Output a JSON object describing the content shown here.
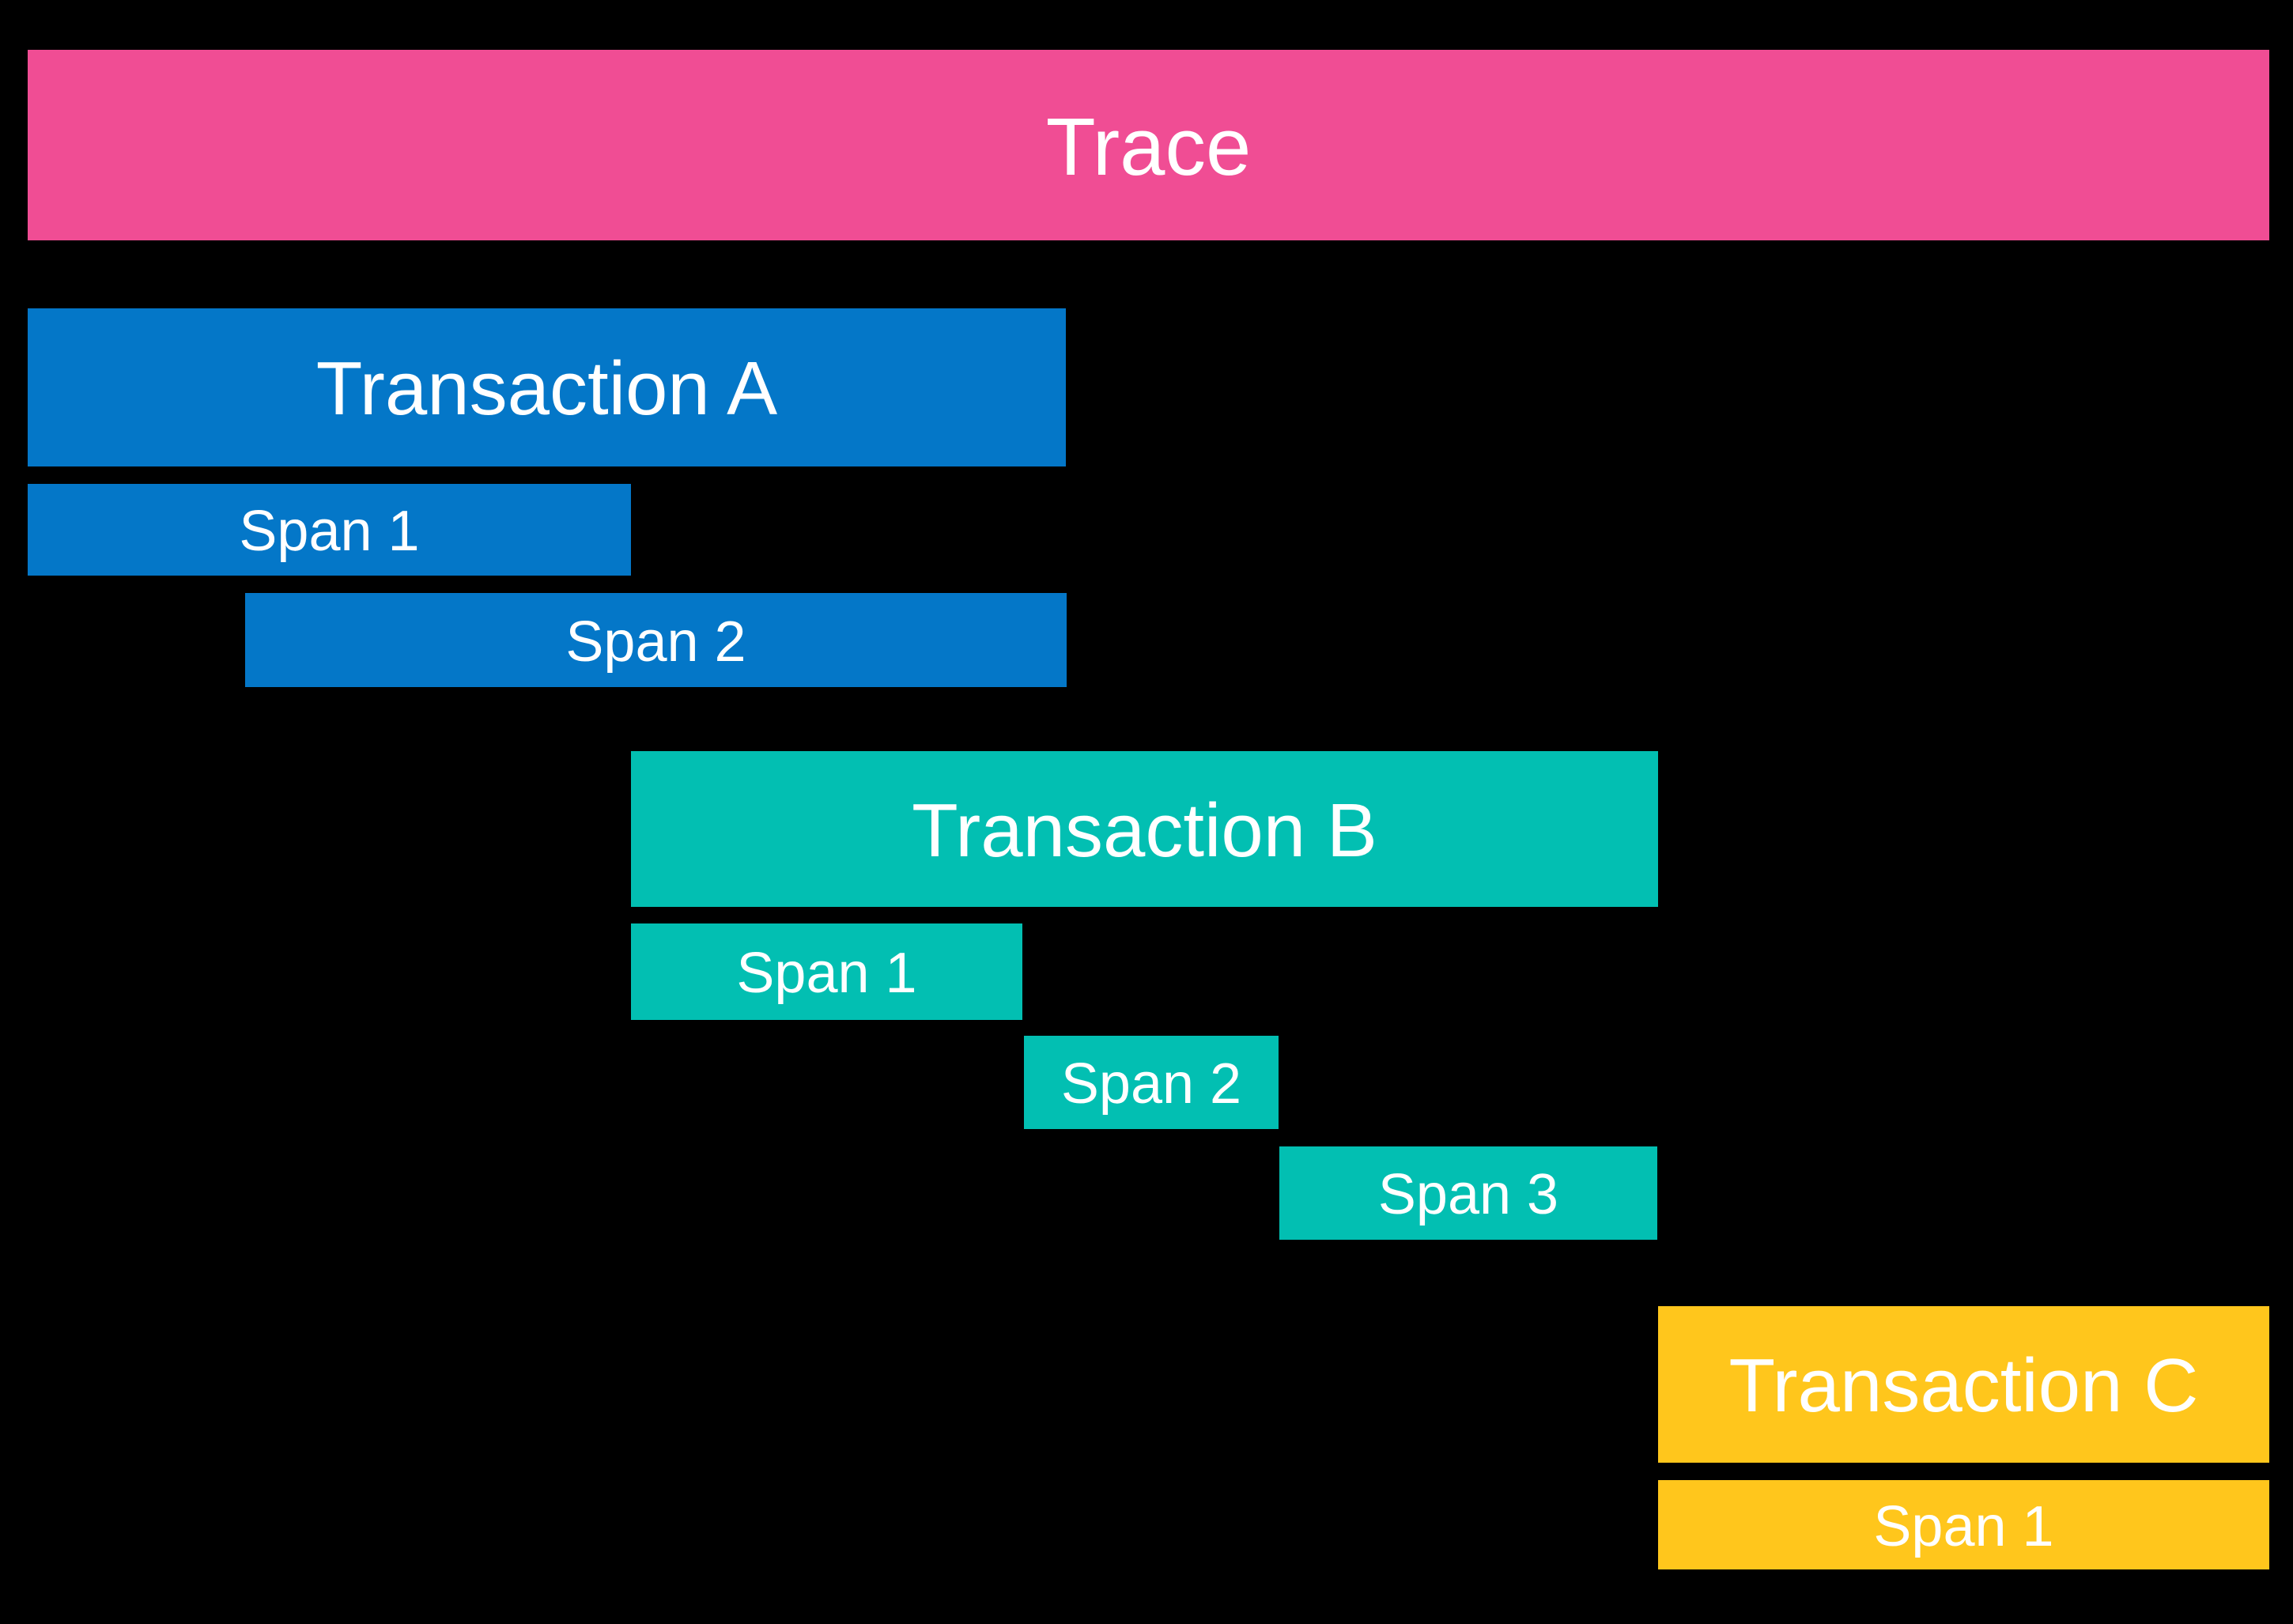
{
  "diagram": {
    "background_color": "#000000",
    "label_text_color": "#FFFFFF",
    "trace": {
      "label": "Trace",
      "color": "#F04D94"
    },
    "transactions": [
      {
        "label": "Transaction A",
        "color": "#0477C8",
        "spans": [
          {
            "label": "Span 1"
          },
          {
            "label": "Span 2"
          }
        ]
      },
      {
        "label": "Transaction B",
        "color": "#02BFB2",
        "spans": [
          {
            "label": "Span 1"
          },
          {
            "label": "Span 2"
          },
          {
            "label": "Span 3"
          }
        ]
      },
      {
        "label": "Transaction C",
        "color": "#FFC61C",
        "spans": [
          {
            "label": "Span 1"
          }
        ]
      }
    ]
  }
}
